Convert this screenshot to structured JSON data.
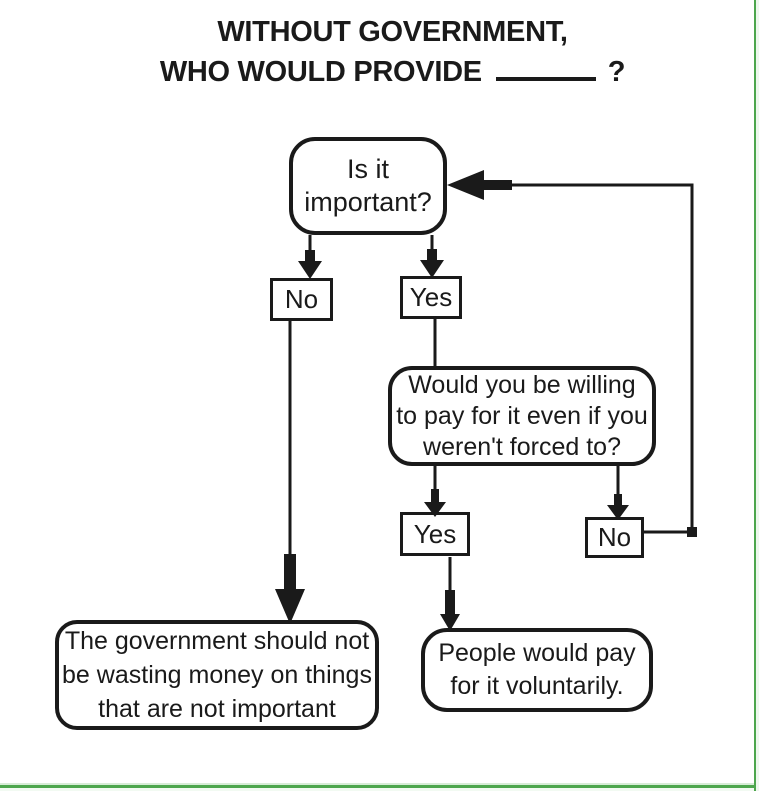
{
  "title": {
    "line1": "WITHOUT GOVERNMENT,",
    "line2_prefix": "WHO WOULD PROVIDE",
    "line2_suffix": "?"
  },
  "flowchart": {
    "nodes": {
      "important": {
        "line1": "Is it",
        "line2": "important?"
      },
      "no1": {
        "label": "No"
      },
      "yes1": {
        "label": "Yes"
      },
      "willing": {
        "line1": "Would you be willing",
        "line2": "to pay for it even if you",
        "line3": "weren't forced to?"
      },
      "yes2": {
        "label": "Yes"
      },
      "no2": {
        "label": "No"
      },
      "government": {
        "line1": "The government should not",
        "line2": "be wasting money on things",
        "line3": "that are not important"
      },
      "voluntary": {
        "line1": "People would pay",
        "line2": "for it voluntarily."
      }
    },
    "edges": [
      {
        "from": "important",
        "to": "no1"
      },
      {
        "from": "important",
        "to": "yes1"
      },
      {
        "from": "no1",
        "to": "government"
      },
      {
        "from": "yes1",
        "to": "willing"
      },
      {
        "from": "willing",
        "to": "yes2"
      },
      {
        "from": "willing",
        "to": "no2"
      },
      {
        "from": "no2",
        "to": "important",
        "note": "loop back"
      },
      {
        "from": "yes2",
        "to": "voluntary"
      }
    ]
  },
  "colors": {
    "ink": "#1a1a1a",
    "background": "#ffffff",
    "border_green": "#4da64d"
  }
}
